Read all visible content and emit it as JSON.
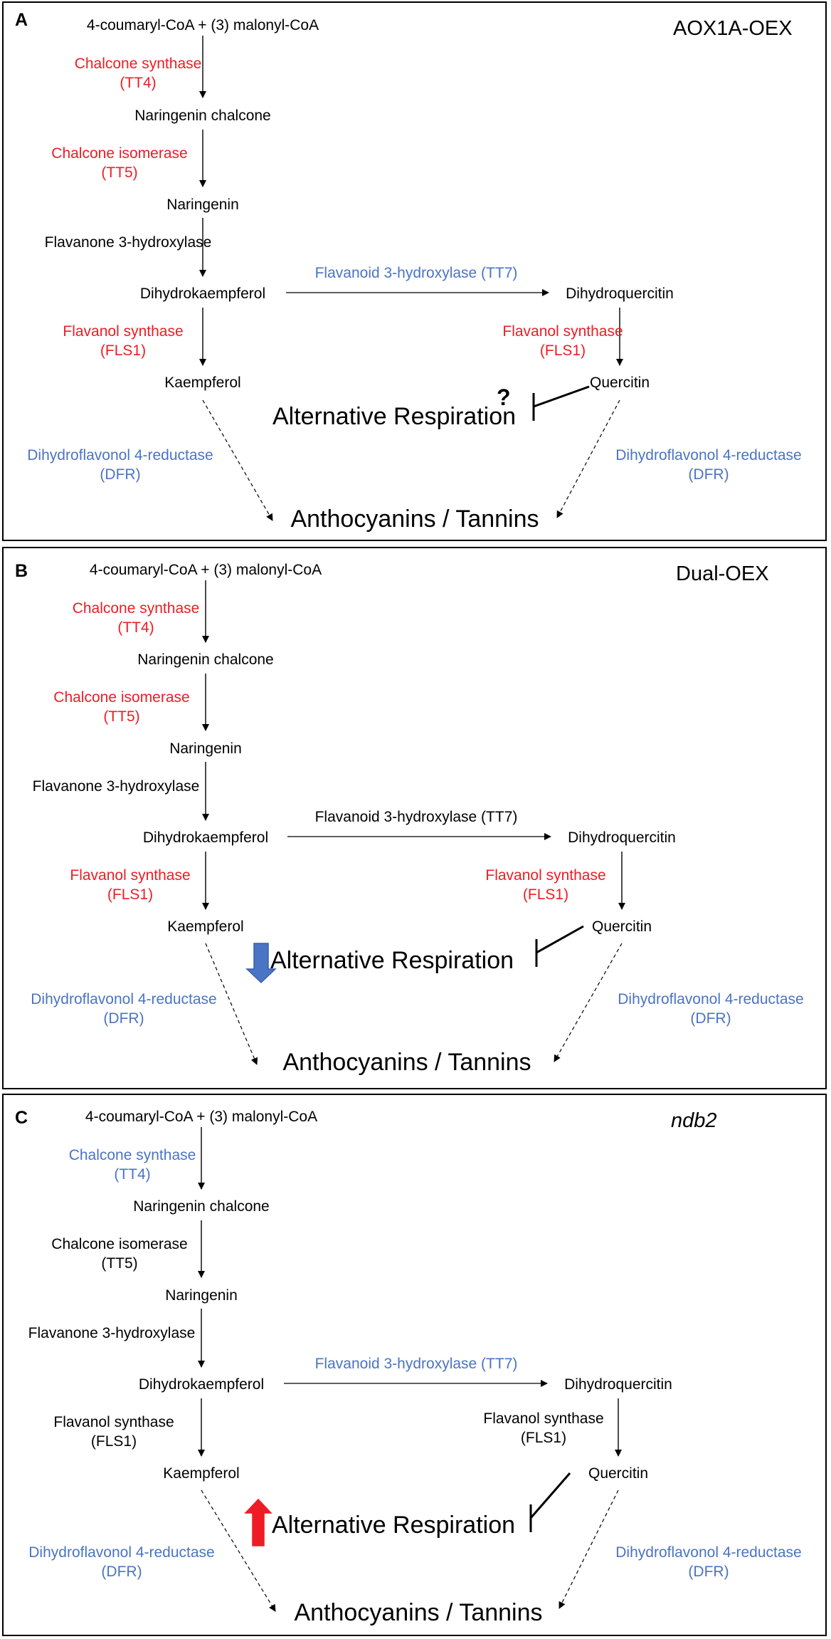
{
  "panels": [
    {
      "letter": "A",
      "condition": "AOX1A-OEX",
      "substrate": "4-coumaryl-CoA + (3) malonyl-CoA",
      "metabolites": {
        "naringenin_chalcone": "Naringenin chalcone",
        "naringenin": "Naringenin",
        "dihydrokaempferol": "Dihydrokaempferol",
        "dihydroquercitin": "Dihydroquercitin",
        "kaempferol": "Kaempferol",
        "quercitin": "Quercitin"
      },
      "enzymes": {
        "chs": [
          "Chalcone synthase",
          "(TT4)"
        ],
        "chi": [
          "Chalcone isomerase",
          "(TT5)"
        ],
        "f3h": [
          "Flavanone 3-hydroxylase"
        ],
        "f3prime_h": [
          "Flavanoid 3-hydroxylase (TT7)"
        ],
        "fls_left": [
          "Flavanol synthase",
          "(FLS1)"
        ],
        "fls_right": [
          "Flavanol synthase",
          "(FLS1)"
        ],
        "dfr_left": [
          "Dihydroflavonol 4-reductase",
          "(DFR)"
        ],
        "dfr_right": [
          "Dihydroflavonol 4-reductase",
          "(DFR)"
        ]
      },
      "enzyme_colors": {
        "chs": "#ee1c24",
        "chi": "#ee1c24",
        "f3h": "#000000",
        "f3prime_h": "#4a74c4",
        "fls_left": "#ee1c24",
        "fls_right": "#ee1c24",
        "dfr_left": "#4a74c4",
        "dfr_right": "#4a74c4"
      },
      "alternative_respiration": "Alternative Respiration",
      "product": "Anthocyanins / Tannins",
      "marker": "?",
      "marker_type": "question"
    },
    {
      "letter": "B",
      "condition": "Dual-OEX",
      "substrate": "4-coumaryl-CoA + (3) malonyl-CoA",
      "metabolites": {
        "naringenin_chalcone": "Naringenin chalcone",
        "naringenin": "Naringenin",
        "dihydrokaempferol": "Dihydrokaempferol",
        "dihydroquercitin": "Dihydroquercitin",
        "kaempferol": "Kaempferol",
        "quercitin": "Quercitin"
      },
      "enzymes": {
        "chs": [
          "Chalcone synthase",
          "(TT4)"
        ],
        "chi": [
          "Chalcone isomerase",
          "(TT5)"
        ],
        "f3h": [
          "Flavanone 3-hydroxylase"
        ],
        "f3prime_h": [
          "Flavanoid 3-hydroxylase (TT7)"
        ],
        "fls_left": [
          "Flavanol synthase",
          "(FLS1)"
        ],
        "fls_right": [
          "Flavanol synthase",
          "(FLS1)"
        ],
        "dfr_left": [
          "Dihydroflavonol 4-reductase",
          "(DFR)"
        ],
        "dfr_right": [
          "Dihydroflavonol 4-reductase",
          "(DFR)"
        ]
      },
      "enzyme_colors": {
        "chs": "#ee1c24",
        "chi": "#ee1c24",
        "f3h": "#000000",
        "f3prime_h": "#000000",
        "fls_left": "#ee1c24",
        "fls_right": "#ee1c24",
        "dfr_left": "#4a74c4",
        "dfr_right": "#4a74c4"
      },
      "alternative_respiration": "Alternative Respiration",
      "product": "Anthocyanins / Tannins",
      "marker": "",
      "marker_type": "down-arrow",
      "marker_color": "#4a74c4"
    },
    {
      "letter": "C",
      "condition": "ndb2",
      "condition_italic": true,
      "substrate": "4-coumaryl-CoA + (3) malonyl-CoA",
      "metabolites": {
        "naringenin_chalcone": "Naringenin chalcone",
        "naringenin": "Naringenin",
        "dihydrokaempferol": "Dihydrokaempferol",
        "dihydroquercitin": "Dihydroquercitin",
        "kaempferol": "Kaempferol",
        "quercitin": "Quercitin"
      },
      "enzymes": {
        "chs": [
          "Chalcone synthase",
          "(TT4)"
        ],
        "chi": [
          "Chalcone isomerase",
          "(TT5)"
        ],
        "f3h": [
          "Flavanone 3-hydroxylase"
        ],
        "f3prime_h": [
          "Flavanoid 3-hydroxylase (TT7)"
        ],
        "fls_left": [
          "Flavanol synthase",
          "(FLS1)"
        ],
        "fls_right": [
          "Flavanol synthase",
          "(FLS1)"
        ],
        "dfr_left": [
          "Dihydroflavonol 4-reductase",
          "(DFR)"
        ],
        "dfr_right": [
          "Dihydroflavonol 4-reductase",
          "(DFR)"
        ]
      },
      "enzyme_colors": {
        "chs": "#4a74c4",
        "chi": "#000000",
        "f3h": "#000000",
        "f3prime_h": "#4a74c4",
        "fls_left": "#000000",
        "fls_right": "#000000",
        "dfr_left": "#4a74c4",
        "dfr_right": "#4a74c4"
      },
      "alternative_respiration": "Alternative Respiration",
      "product": "Anthocyanins / Tannins",
      "marker": "",
      "marker_type": "up-arrow",
      "marker_color": "#ee1c24"
    }
  ]
}
